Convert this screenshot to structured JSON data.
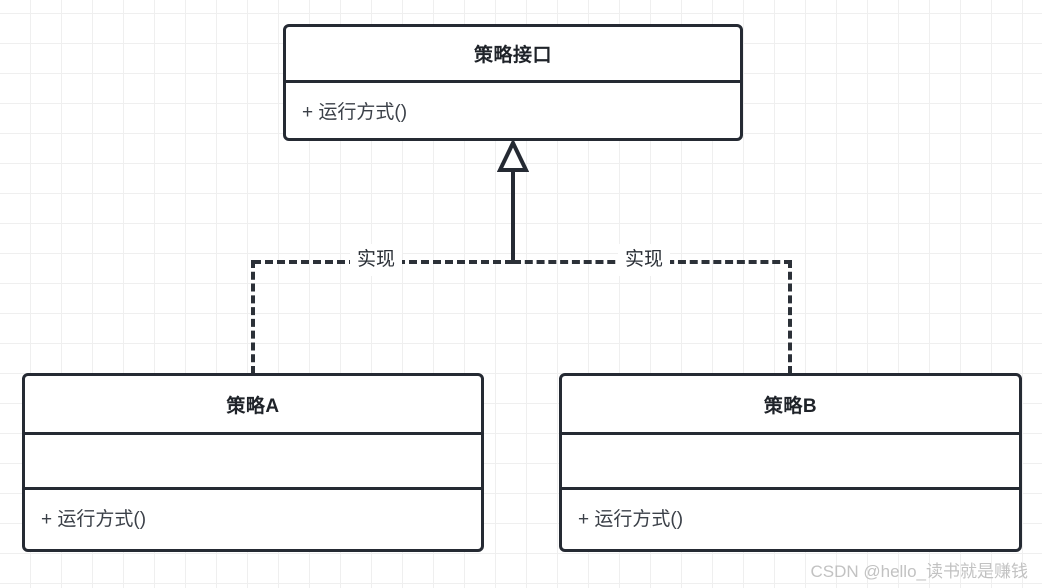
{
  "diagram": {
    "type": "uml-class-diagram",
    "background": "#ffffff",
    "grid_color": "#efefef",
    "stroke_color": "#252a33",
    "classes": [
      {
        "id": "interface",
        "name": "策略接口",
        "stereotype": "interface",
        "attributes": [],
        "methods": [
          "+ 运行方式()"
        ]
      },
      {
        "id": "strategy-a",
        "name": "策略A",
        "stereotype": "class",
        "attributes": [
          ""
        ],
        "methods": [
          "+ 运行方式()"
        ]
      },
      {
        "id": "strategy-b",
        "name": "策略B",
        "stereotype": "class",
        "attributes": [
          ""
        ],
        "methods": [
          "+ 运行方式()"
        ]
      }
    ],
    "relationships": [
      {
        "id": "realize-a",
        "kind": "realization",
        "label": "实现",
        "from": "策略A",
        "to": "策略接口",
        "line_style": "dashed",
        "arrowhead": "hollow-triangle"
      },
      {
        "id": "realize-b",
        "kind": "realization",
        "label": "实现",
        "from": "策略B",
        "to": "策略接口",
        "line_style": "dashed",
        "arrowhead": "hollow-triangle"
      }
    ]
  },
  "watermark": {
    "text": "CSDN @hello_读书就是赚钱"
  }
}
